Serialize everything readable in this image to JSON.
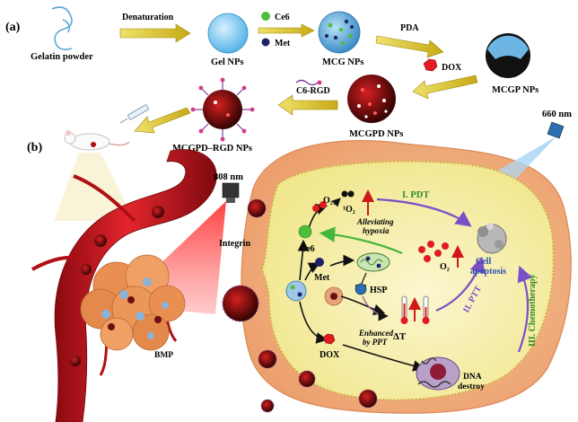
{
  "panel_a": {
    "label": "(a)",
    "steps": {
      "gelatin": "Gelatin powder",
      "gel_nps": "Gel NPs",
      "mcg_nps": "MCG NPs",
      "mcgp_nps": "MCGP NPs",
      "mcgpd_nps": "MCGPD NPs",
      "mcgpd_rgd_nps": "MCGPD–RGD NPs"
    },
    "reagents": {
      "denaturation": "Denaturation",
      "ce6": "Ce6",
      "met": "Met",
      "pda": "PDA",
      "dox": "DOX",
      "c6rgd": "C6-RGD"
    }
  },
  "panel_b": {
    "label": "(b)",
    "laser_808": "808 nm",
    "laser_660": "660 nm",
    "integrin": "Integrin",
    "bmp": "BMP",
    "ce6": "Ce6",
    "met": "Met",
    "dox": "DOX",
    "o2_a": "O₂",
    "singlet_o2": "¹O₂",
    "o2_b": "O₂",
    "hsp": "HSP",
    "delta_t": "ΔT",
    "alleviating_1": "Alleviating",
    "alleviating_2": "hypoxia",
    "enhanced_1": "Enhanced",
    "enhanced_2": "by PPT",
    "i_pdt": "I. PDT",
    "ii_ptt": "II. PTT",
    "iii_chemo": "III. Chemotherapy",
    "cell_1": "Cell",
    "cell_2": "apoptosis",
    "dna_1": "DNA",
    "dna_2": "destroy"
  },
  "colors": {
    "arrow_yellow": "#d8c21c",
    "vessel": "#c8101a",
    "cell_fill": "#f7f1b6",
    "outer_cell": "#f2b081",
    "pdt_purple": "#7a4fc8",
    "green_arrow": "#45b83c"
  }
}
